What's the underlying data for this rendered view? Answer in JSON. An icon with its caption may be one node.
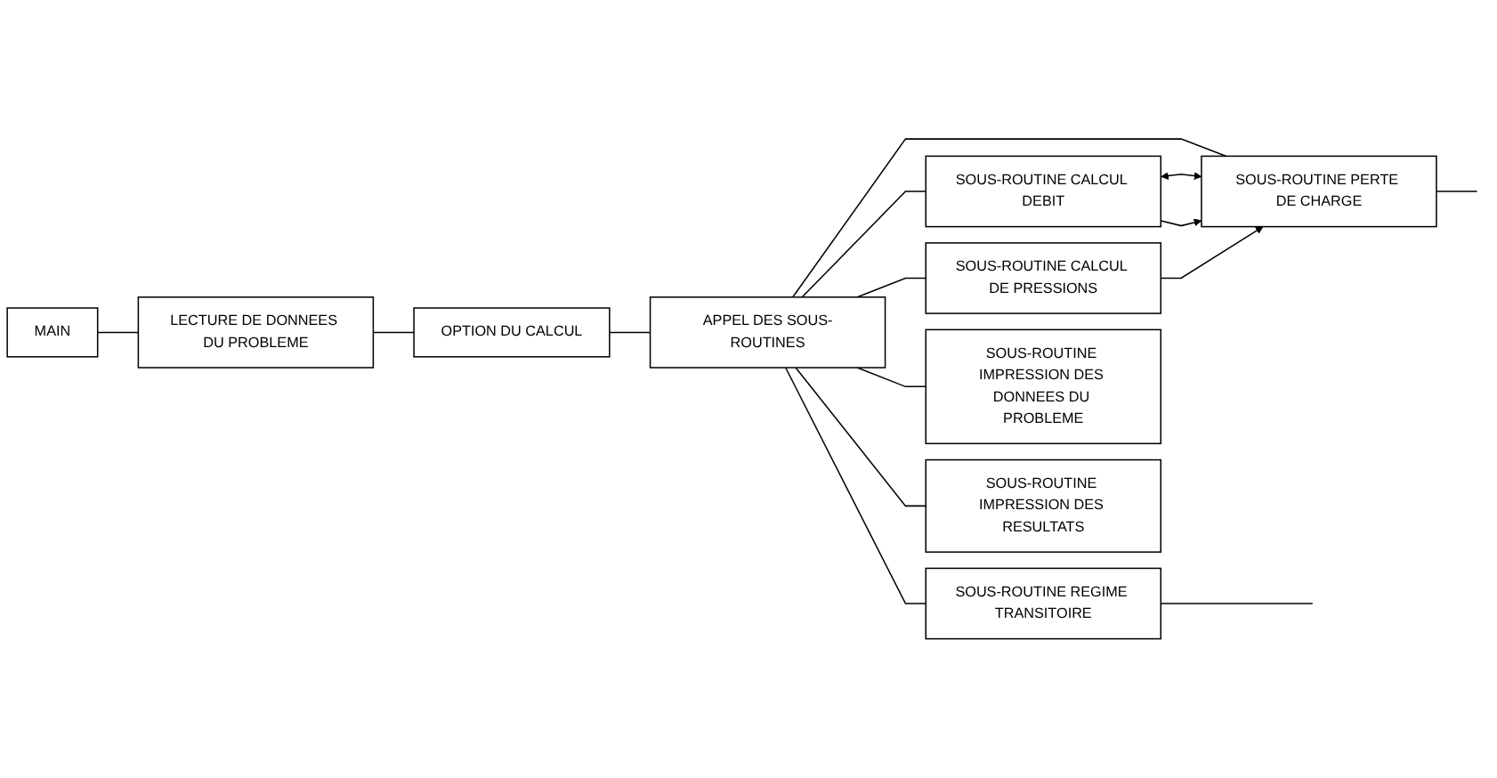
{
  "diagram": {
    "nodes": [
      {
        "text": [
          "MAIN"
        ]
      },
      {
        "text": [
          "LECTURE DE DONNEES DU PROBLEME"
        ]
      },
      {
        "text": [
          "OPTION DU CALCUL"
        ]
      },
      {
        "text": [
          "APPEL DES SOUS-ROUTINES"
        ]
      },
      {
        "text": [
          "SOUS-ROUTINE CALCUL DEBIT"
        ]
      },
      {
        "text": [
          "SOUS-ROUTINE PERTE DE CHARGE"
        ]
      },
      {
        "text": [
          "SOUS-ROUTINE CALCUL DE PRESSIONS"
        ]
      },
      {
        "text": [
          "SOUS-ROUTINE REGIME TRANSITOIRE"
        ]
      },
      {
        "text": [
          "SOUS-ROUTINE IMPRESSION DES DONNEES DU PROBLEME"
        ]
      },
      {
        "text": [
          "SOUS-ROUTINE IMPRESSION DES RESULTATS"
        ]
      }
    ],
    "edges": [
      {
        "from": 0,
        "to": 1,
        "arrow": "none"
      },
      {
        "from": 1,
        "to": 2,
        "arrow": "none"
      },
      {
        "from": 2,
        "to": 3,
        "arrow": "none"
      },
      {
        "from": 3,
        "to": 4,
        "arrow": "none"
      },
      {
        "from": 3,
        "to": 5,
        "arrow": "none"
      },
      {
        "from": 3,
        "to": 6,
        "arrow": "none"
      },
      {
        "from": 3,
        "to": 7,
        "arrow": "none"
      },
      {
        "from": 3,
        "to": 8,
        "arrow": "none"
      },
      {
        "from": 3,
        "to": 9,
        "arrow": "none"
      },
      {
        "from": 4,
        "to": 5,
        "arrow": "both"
      },
      {
        "from": 4,
        "to": 5,
        "arrow": "to"
      },
      {
        "from": 6,
        "to": 5,
        "arrow": "to"
      },
      {
        "from": 5,
        "to": null,
        "arrow": "none"
      },
      {
        "from": 7,
        "to": null,
        "arrow": "none"
      }
    ]
  }
}
